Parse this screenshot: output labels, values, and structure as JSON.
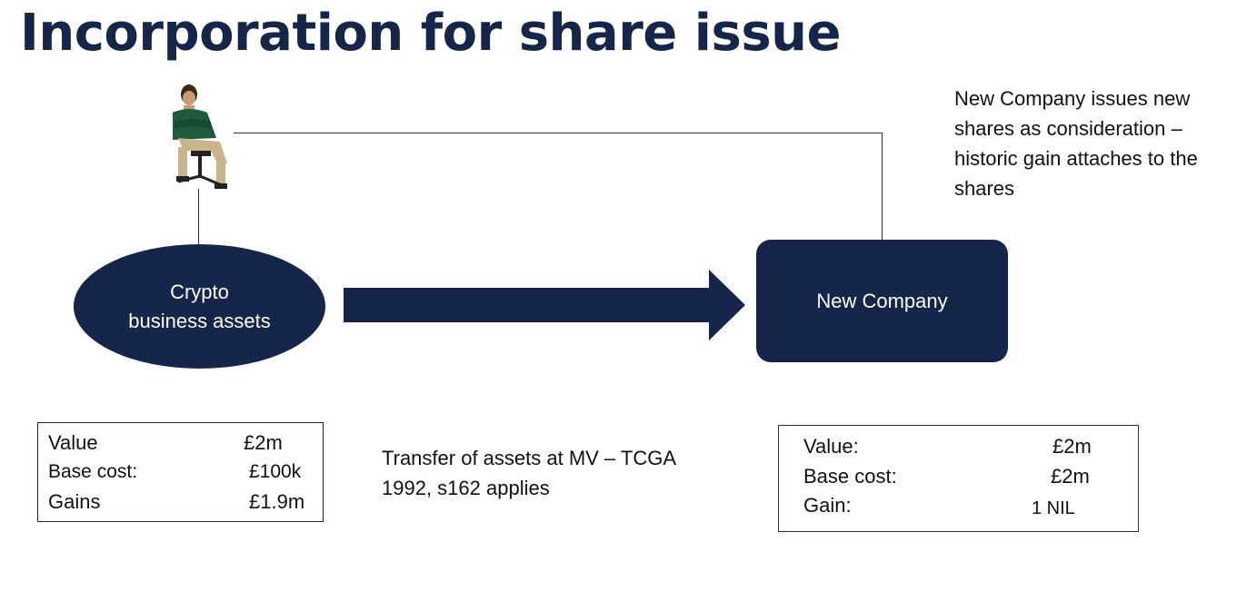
{
  "title": "Incorporation for share issue",
  "colors": {
    "navy": "#15264a",
    "text": "#111111",
    "white": "#ffffff"
  },
  "icons": {
    "person": "seated-person-icon",
    "arrow": "right-arrow-icon"
  },
  "diagram": {
    "source_node": {
      "line1": "Crypto",
      "line2": "business assets"
    },
    "target_node": {
      "label": "New Company"
    },
    "issue_note": "New Company issues new shares as consideration – historic gain attaches to the shares",
    "transfer_note": "Transfer of assets at MV – TCGA 1992, s162 applies"
  },
  "source_table": {
    "rows": [
      {
        "label": "Value",
        "value": "£2m"
      },
      {
        "label": "Base cost:",
        "value": "£100k"
      },
      {
        "label": "Gains",
        "value": "£1.9m"
      }
    ]
  },
  "target_table": {
    "rows": [
      {
        "label": "Value:",
        "value": "£2m"
      },
      {
        "label": "Base cost:",
        "value": "£2m"
      },
      {
        "label": "Gain:",
        "value": "1 NIL"
      }
    ]
  }
}
